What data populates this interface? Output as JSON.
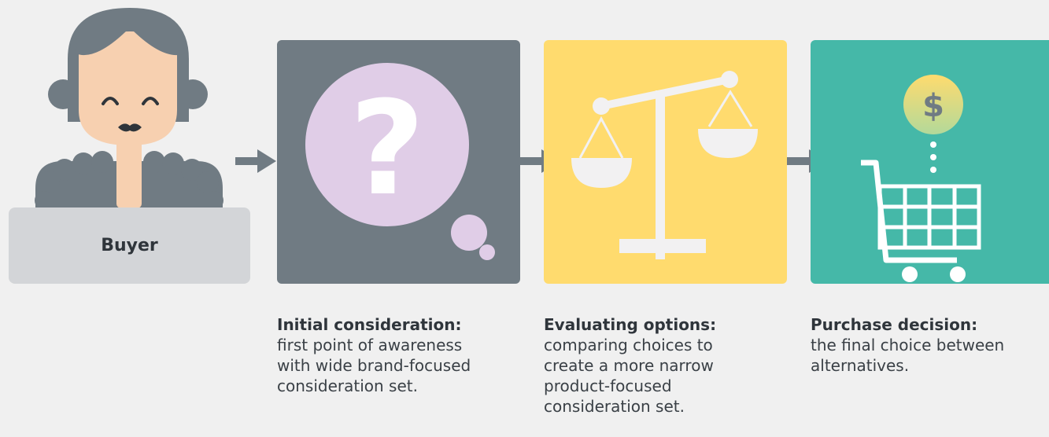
{
  "buyer": {
    "label": "Buyer"
  },
  "steps": [
    {
      "title": "Initial consideration:",
      "body": "first point of awareness with wide brand-focused consideration set.",
      "icon": "question-thought-bubble-icon",
      "color": "#707b83"
    },
    {
      "title": "Evaluating options:",
      "body": "comparing choices to create a more narrow product-focused consideration set.",
      "icon": "balance-scale-icon",
      "color": "#ffdb6e"
    },
    {
      "title": "Purchase decision:",
      "body": "the final choice between alternatives.",
      "icon": "shopping-cart-dollar-icon",
      "color": "#45b8a8"
    }
  ],
  "icon_text": {
    "question_mark": "?",
    "dollar_sign": "$"
  }
}
